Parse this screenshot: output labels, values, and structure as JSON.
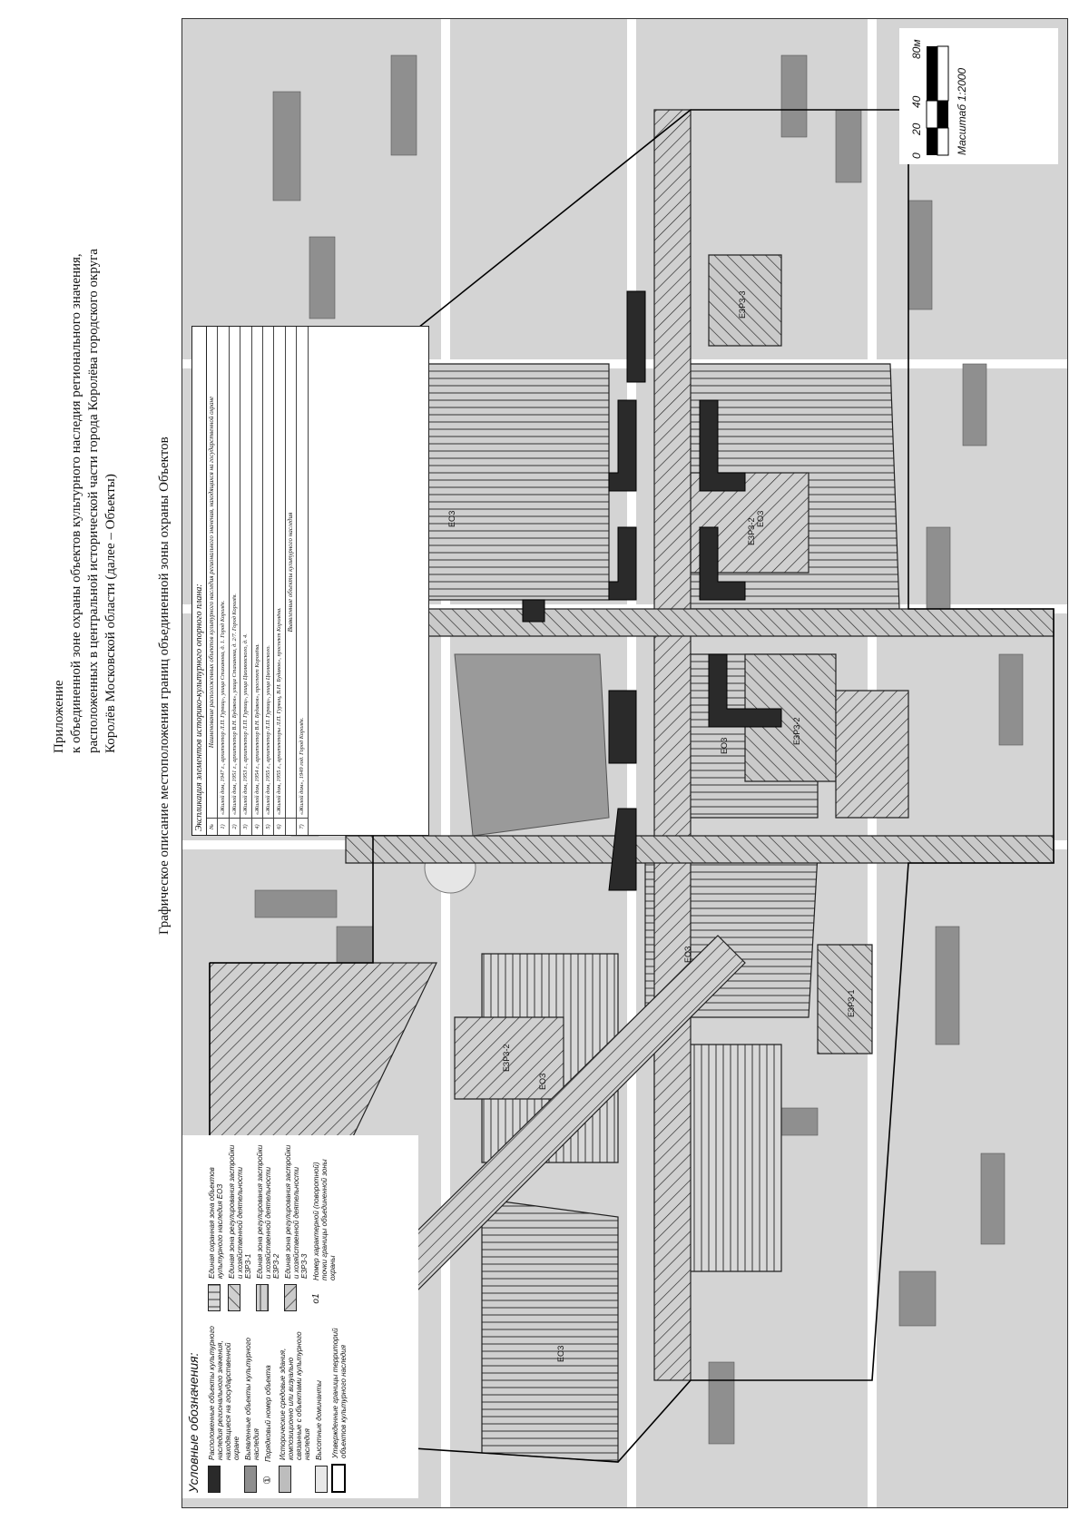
{
  "header": {
    "lines": [
      "Приложение",
      "к объединенной зоне охраны объектов культурного наследия регионального значения,",
      "расположенных в центральной исторической части города Королёва городского округа",
      "Королёв Московской области (далее – Объекты)"
    ],
    "subtitle": "Графическое описание местоположения границ объединенной зоны охраны Объектов"
  },
  "explication": {
    "title": "Экспликация элементов историко-культурного опорного плана:",
    "column_header": "Наименование расположенных объектов культурного наследия регионального значения, находящихся на государственной охране",
    "rows": [
      {
        "num": "1)",
        "text": "«Жилой дом, 1947 г., архитектор Л.П. Гурвиц», улица Стаханова, д. 1. Город Королёв."
      },
      {
        "num": "2)",
        "text": "«Жилой дом, 1951 г., архитектор В.Н. Будаков», улица Стаханова, д. 2/7. Город Королёв."
      },
      {
        "num": "3)",
        "text": "«Жилой дом, 1953 г., архитектор Л.П. Гурвиц», улица Циолковского, д. 4."
      },
      {
        "num": "4)",
        "text": "«Жилой дом, 1954 г., архитектор В.Н. Будаков», проспект Королёва."
      },
      {
        "num": "5)",
        "text": "«Жилой дом, 1955 г., архитектор Л.П. Гурвиц», улица Циолковского."
      },
      {
        "num": "6)",
        "text": "«Жилой дом, 1955 г., архитекторы Л.П. Гурвиц, В.Н. Будаков», проспект Королёва."
      }
    ],
    "footer": "Выявленные объекты культурного наследия",
    "footer_row": {
      "num": "7)",
      "text": "«Жилой дом», 1949 год. Город Королёв."
    }
  },
  "scale": {
    "ticks": [
      "0",
      "20",
      "40",
      "80м"
    ],
    "label": "Масштаб 1:2000"
  },
  "legend": {
    "title": "Условные обозначения:",
    "left_items": [
      "Расположенные объекты культурного наследия регионального значения, находящиеся на государственной охране",
      "Выявленные объекты культурного наследия",
      "Порядковый номер объекта",
      "Исторические средовые здания, композиционно или визуально связанные с объектами культурного наследия",
      "Высотные доминанты",
      "Утвержденные границы территорий объектов культурного наследия"
    ],
    "right_items": [
      "Единая охранная зона объектов культурного наследия ЕОЗ",
      "Единая зона регулирования застройки и хозяйственной деятельности ЕЗРЗ-1",
      "Единая зона регулирования застройки и хозяйственной деятельности ЕЗРЗ-2",
      "Единая зона регулирования застройки и хозяйственной деятельности ЕЗРЗ-3",
      "Номер характерной (поворотной) точки границы объединенной зоны охраны"
    ],
    "number_symbol": "①",
    "point_symbol": "о1"
  },
  "zones": [
    "ЕОЗ",
    "ЕЗРЗ-1",
    "ЕЗРЗ-2",
    "ЕЗРЗ-3"
  ],
  "colors": {
    "paper": "#ffffff",
    "map": "#d4d4d4",
    "building": "#8a8a8a",
    "object": "#2a2a2a",
    "hatch": "#333333"
  }
}
